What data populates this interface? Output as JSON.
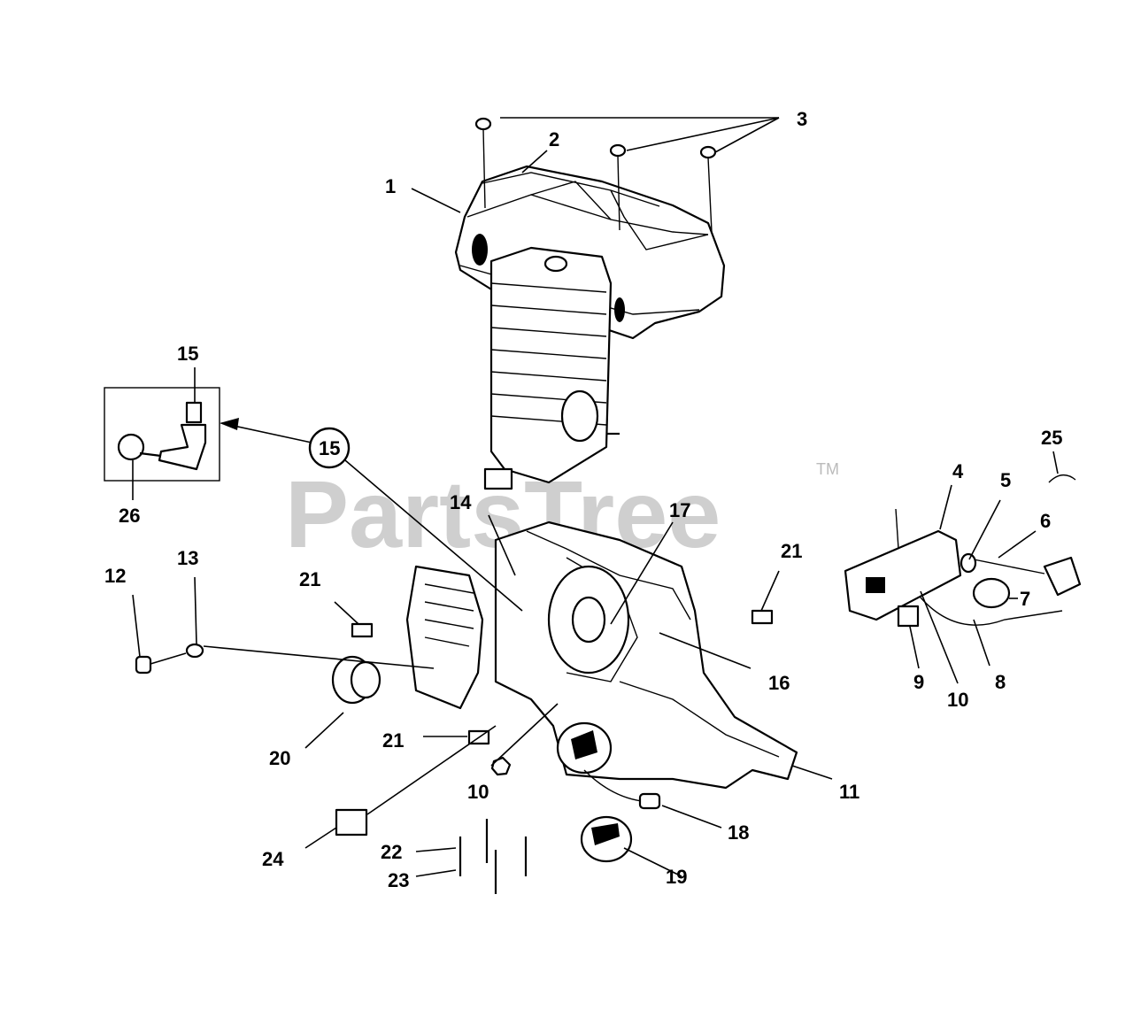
{
  "watermark": {
    "text": "PartsTree",
    "trademark": "TM"
  },
  "callouts": {
    "c1": "1",
    "c2": "2",
    "c3": "3",
    "c4": "4",
    "c5": "5",
    "c6": "6",
    "c7": "7",
    "c8": "8",
    "c9": "9",
    "c10a": "10",
    "c10b": "10",
    "c11": "11",
    "c12": "12",
    "c13": "13",
    "c14": "14",
    "c15a": "15",
    "c15b": "15",
    "c16": "16",
    "c17": "17",
    "c18": "18",
    "c19": "19",
    "c20": "20",
    "c21a": "21",
    "c21b": "21",
    "c21c": "21",
    "c22": "22",
    "c23": "23",
    "c24": "24",
    "c25": "25",
    "c26": "26"
  }
}
